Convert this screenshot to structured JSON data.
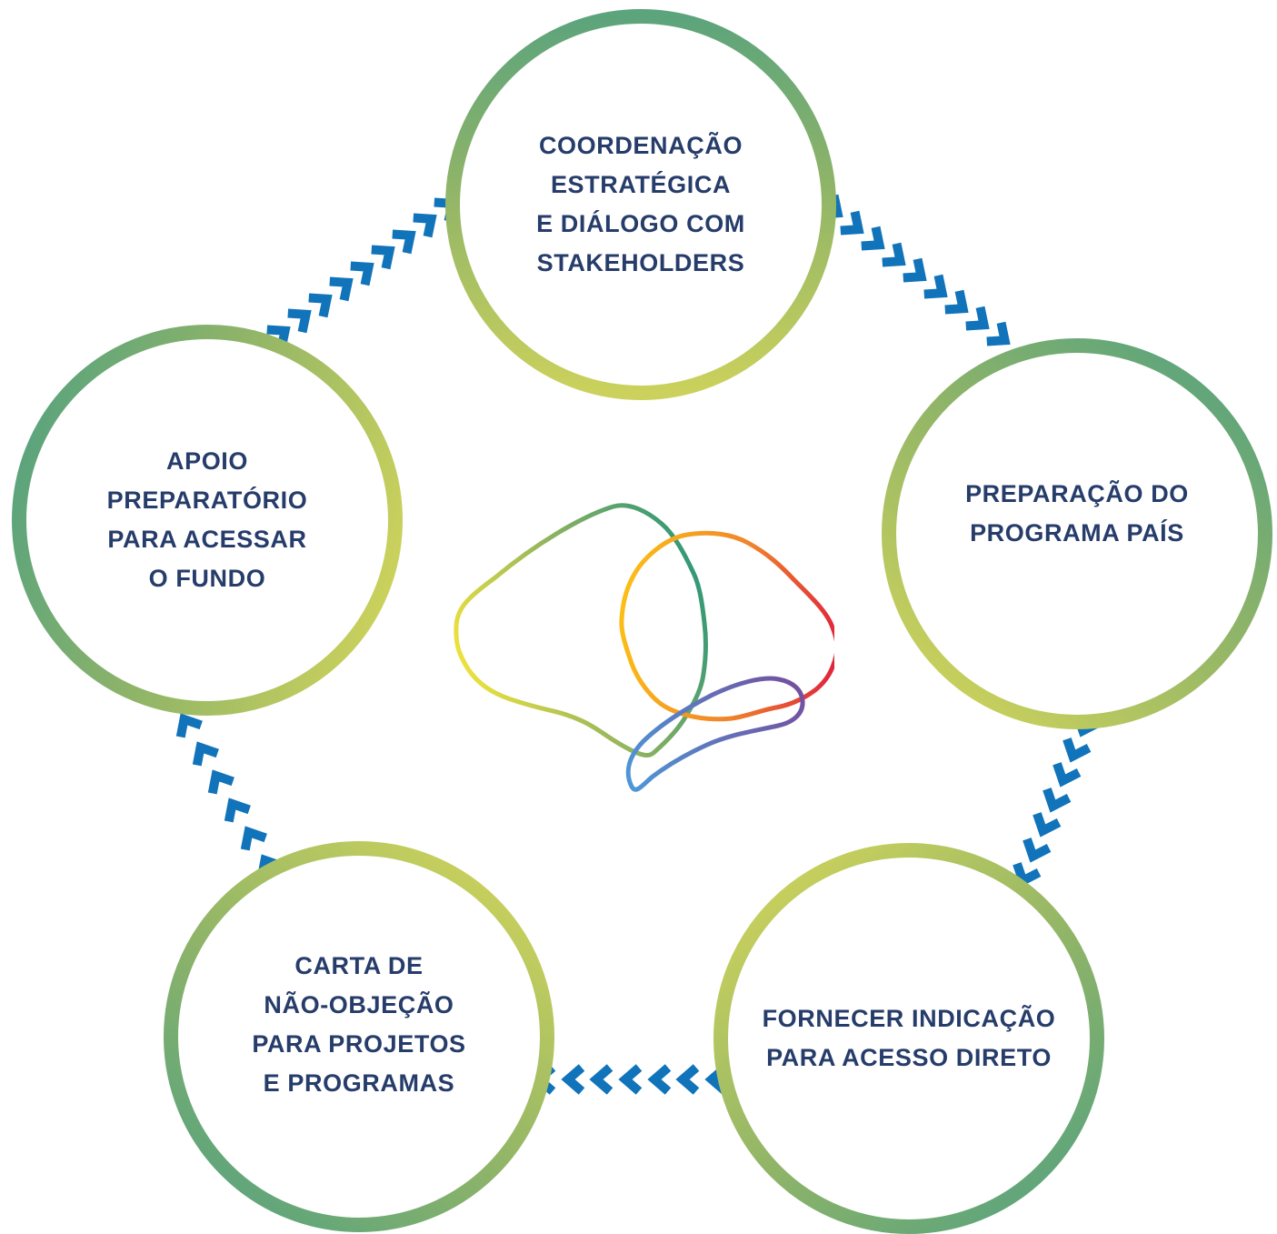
{
  "diagram": {
    "kind": "cycle-diagram",
    "flow_direction": "clockwise",
    "center_icon": "gcf-blobs-logo",
    "nodes": [
      {
        "id": "coordenacao-estrategica",
        "label_lines": [
          "COORDENAÇÃO",
          "ESTRATÉGICA",
          "E DIÁLOGO COM",
          "STAKEHOLDERS"
        ]
      },
      {
        "id": "preparacao-programa-pais",
        "label_lines": [
          "PREPARAÇÃO DO",
          "PROGRAMA PAÍS"
        ]
      },
      {
        "id": "fornecer-indicacao-acesso-direto",
        "label_lines": [
          "FORNECER INDICAÇÃO",
          "PARA ACESSO DIRETO"
        ]
      },
      {
        "id": "carta-nao-objecao",
        "label_lines": [
          "CARTA DE",
          "NÃO-OBJEÇÃO",
          "PARA PROJETOS",
          "E PROGRAMAS"
        ]
      },
      {
        "id": "apoio-preparatorio",
        "label_lines": [
          "APOIO",
          "PREPARATÓRIO",
          "PARA ACESSAR",
          "O FUNDO"
        ]
      }
    ],
    "colors": {
      "background": "#FFFFFF",
      "label_text": "#263C6A",
      "arrow_blue": "#1173B9",
      "ring_green": "#5CA47C",
      "ring_mid": "#8FB468",
      "ring_yellow": "#CBD15C",
      "logo_yellow": "#F0E33C",
      "logo_teal": "#2E9678",
      "logo_amber": "#FBBD17",
      "logo_red": "#E0263C",
      "logo_blue": "#4E96D6",
      "logo_purple": "#74509F"
    }
  }
}
